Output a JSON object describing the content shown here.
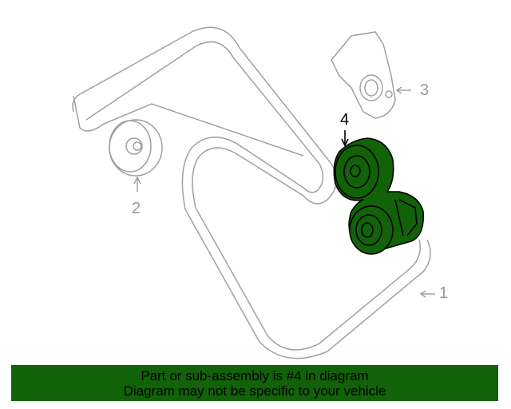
{
  "diagram": {
    "callouts": [
      {
        "number": "1",
        "part": "belt"
      },
      {
        "number": "2",
        "part": "idler-pulley"
      },
      {
        "number": "3",
        "part": "bracket"
      },
      {
        "number": "4",
        "part": "belt-tensioner",
        "highlighted": true
      }
    ],
    "highlight_color": "#116208",
    "line_color": "#a0a0a0"
  },
  "banner": {
    "line1": "Part or sub-assembly is #4 in diagram",
    "line2": "Diagram may not be specific to your vehicle",
    "background": "#116208"
  }
}
